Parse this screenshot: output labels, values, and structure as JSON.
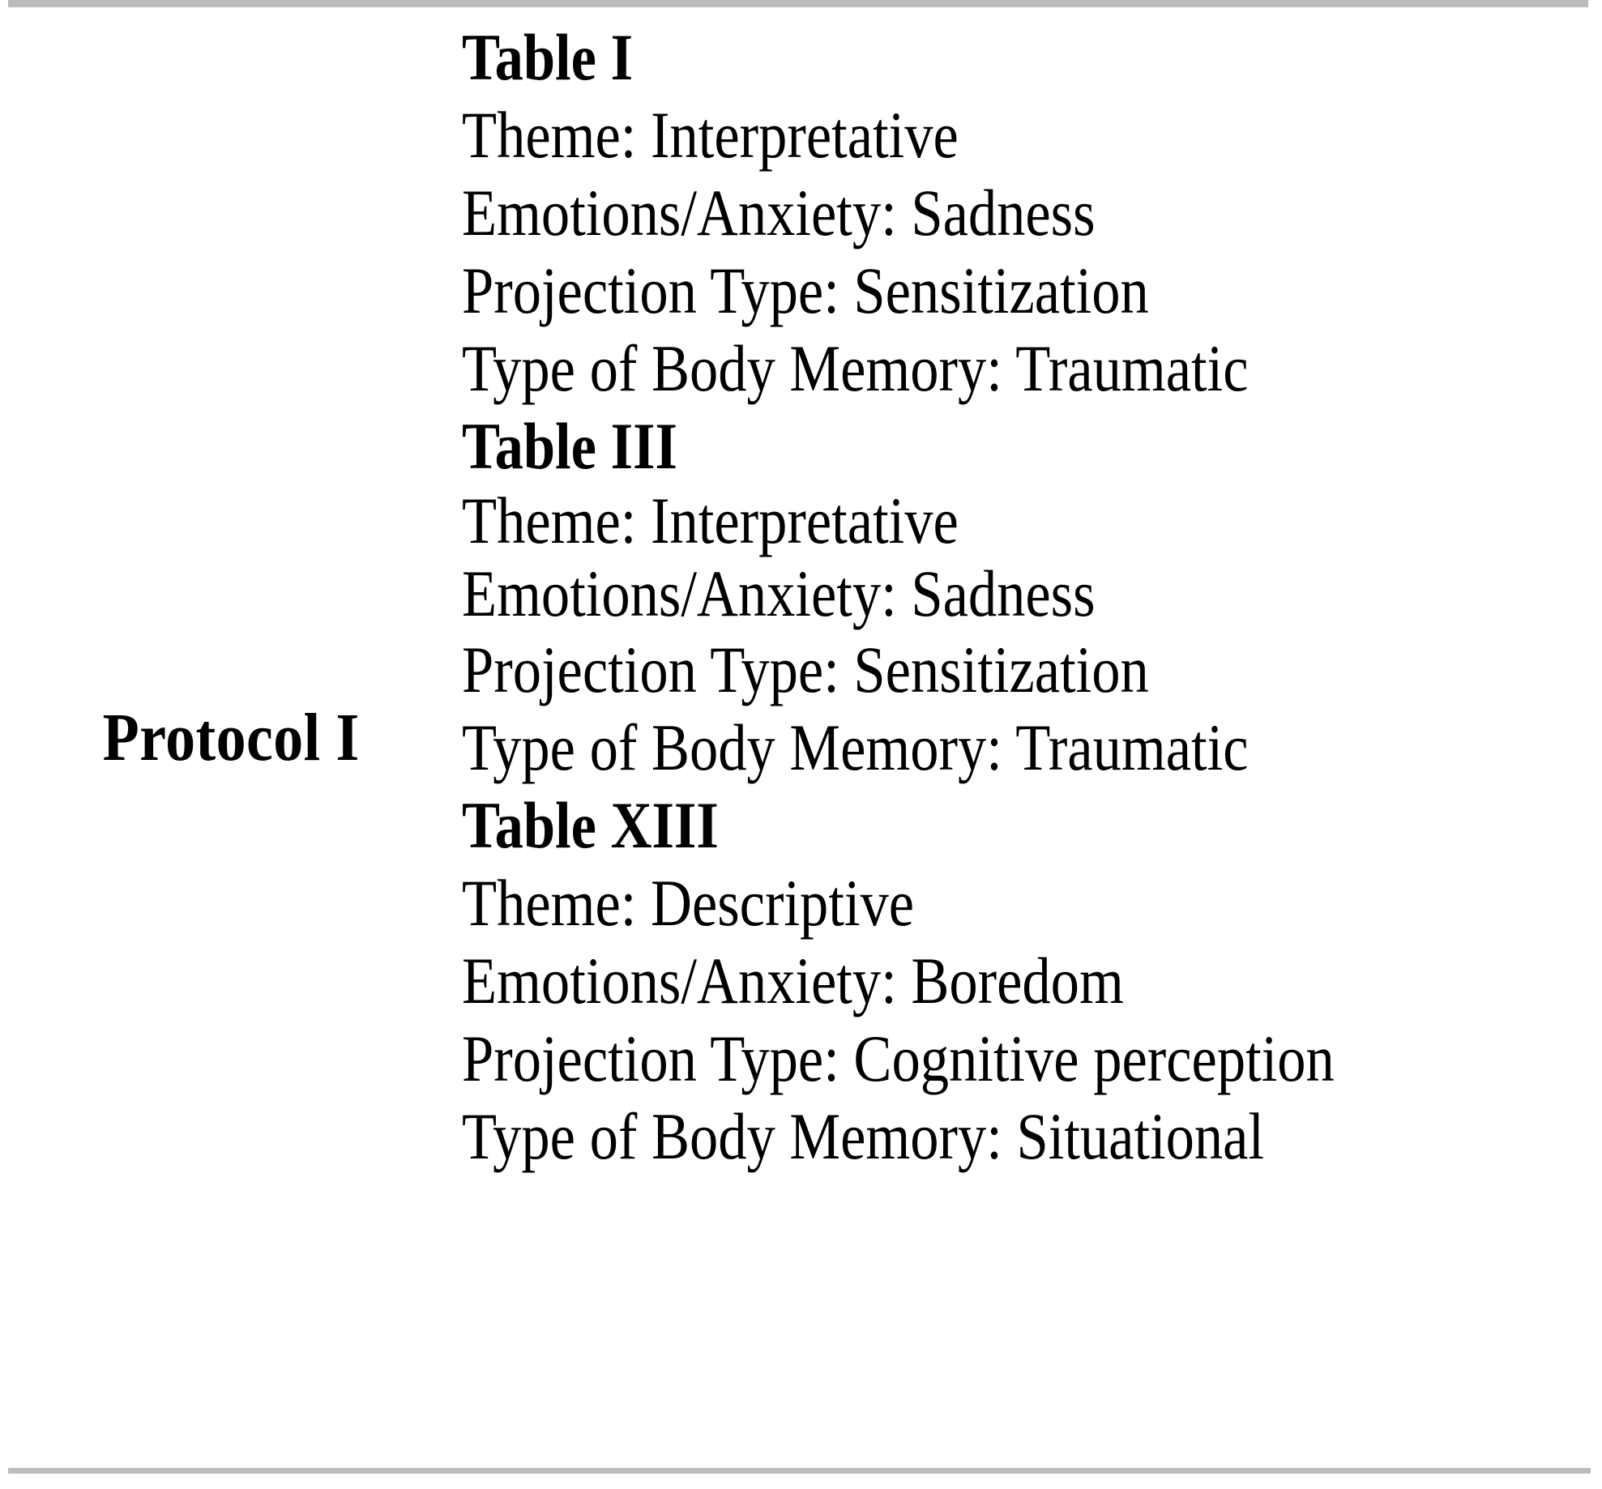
{
  "document": {
    "kind": "table-fragment",
    "row_label": "Protocol I",
    "border_color": "#bcbcbc",
    "text_color": "#000000",
    "background_color": "#ffffff"
  },
  "fields": {
    "theme": "Theme",
    "emotions": "Emotions/Anxiety",
    "projection": "Projection Type",
    "body_memory": "Type of Body Memory"
  },
  "entries": [
    {
      "title": "Table I",
      "lines": [
        "Theme: Interpretative",
        "Emotions/Anxiety: Sadness",
        "Projection Type: Sensitization",
        "Type of Body Memory: Traumatic"
      ]
    },
    {
      "title": "Table III",
      "lines": [
        "Theme: Interpretative",
        "Emotions/Anxiety: Sadness",
        "Projection Type: Sensitization",
        "Type of Body Memory: Traumatic"
      ]
    },
    {
      "title": "Table XIII",
      "lines": [
        "Theme: Descriptive",
        "Emotions/Anxiety: Boredom",
        "Projection Type: Cognitive perception",
        "Type of Body Memory: Situational"
      ]
    }
  ]
}
